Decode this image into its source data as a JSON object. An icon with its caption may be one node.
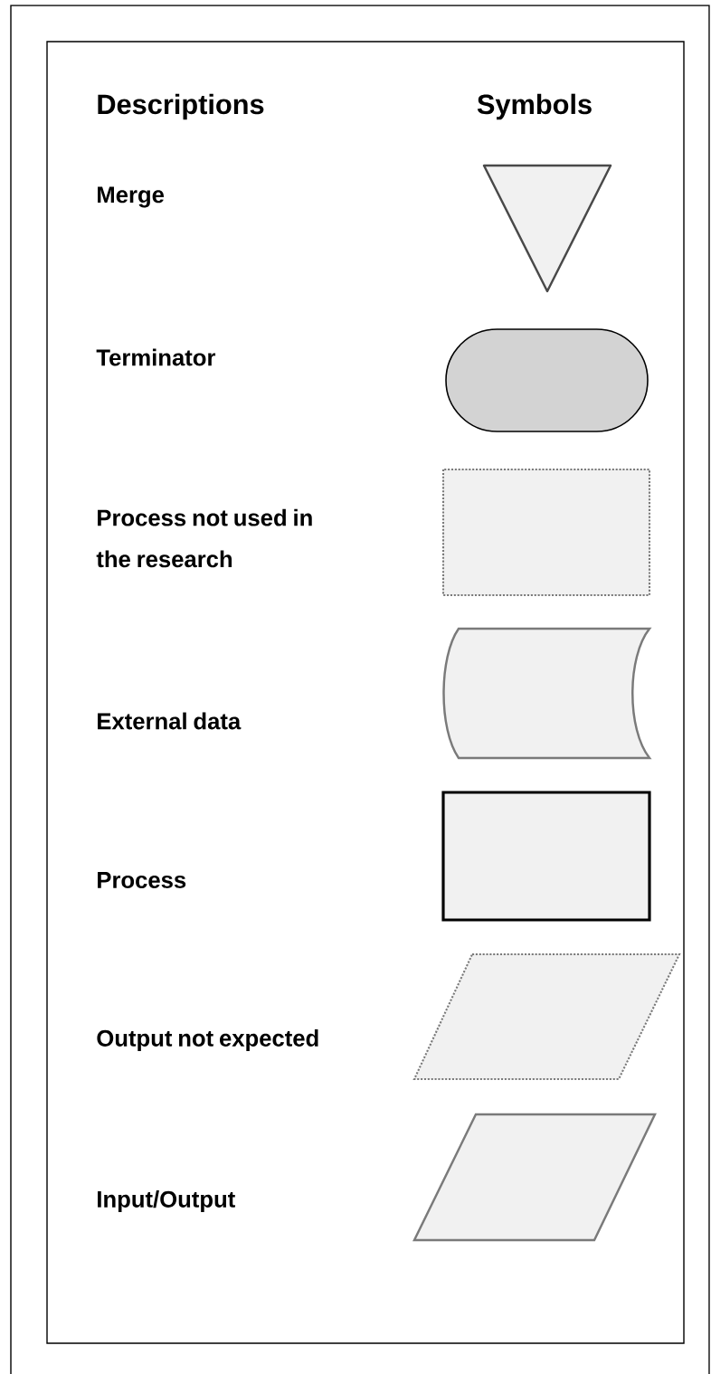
{
  "diagram": {
    "labels": [
      "Descriptions",
      "Symbols"
    ],
    "nodes": [
      {
        "text": [],
        "shape": "triangle"
      },
      {
        "text": [],
        "shape": "stadium"
      },
      {
        "text": [],
        "shape": "box"
      },
      {
        "text": [],
        "shape": "storage"
      },
      {
        "text": [],
        "shape": "box"
      },
      {
        "text": [],
        "shape": "parallelogram"
      },
      {
        "text": [],
        "shape": "parallelogram"
      }
    ],
    "legend": [
      {
        "text": "Merge"
      },
      {
        "text": "Terminator"
      },
      {
        "text": "Process not used in the research"
      },
      {
        "text": "External data"
      },
      {
        "text": "Process"
      },
      {
        "text": "Output not expected"
      },
      {
        "text": "Input/Output"
      }
    ]
  }
}
